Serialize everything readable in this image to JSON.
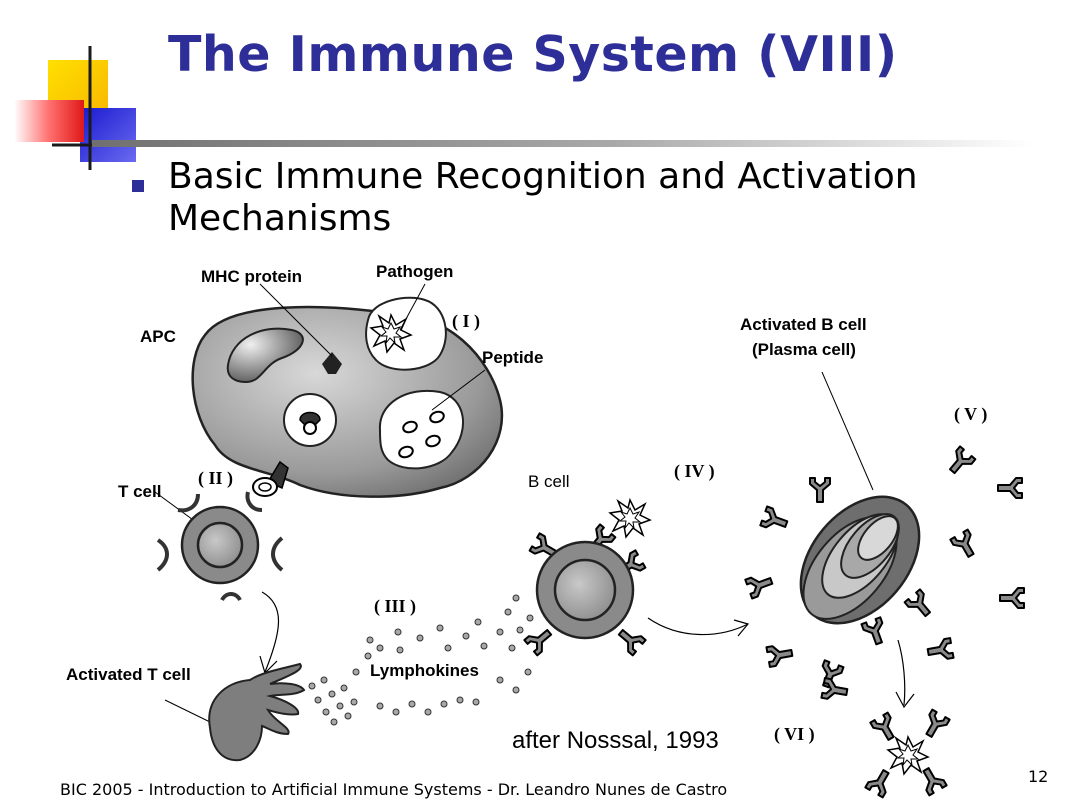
{
  "slide": {
    "title": "The Immune System (VIII)",
    "bullet": "Basic Immune Recognition and Activation Mechanisms",
    "footer": "BIC 2005 - Introduction to Artificial Immune Systems - Dr. Leandro Nunes de Castro",
    "page_number": "12",
    "accent_color": "#2e2e99"
  },
  "diagram": {
    "labels": {
      "mhc_protein": "MHC protein",
      "pathogen": "Pathogen",
      "apc": "APC",
      "peptide": "Peptide",
      "activated_b_cell_line1": "Activated B cell",
      "activated_b_cell_line2": "(Plasma cell)",
      "t_cell": "T cell",
      "b_cell": "B cell",
      "lymphokines": "Lymphokines",
      "activated_t_cell": "Activated T cell",
      "citation": "after Nosssal, 1993"
    },
    "stages": {
      "i": "( I )",
      "ii": "( II )",
      "iii": "( III )",
      "iv": "( IV )",
      "v": "( V )",
      "vi": "( VI )"
    }
  }
}
